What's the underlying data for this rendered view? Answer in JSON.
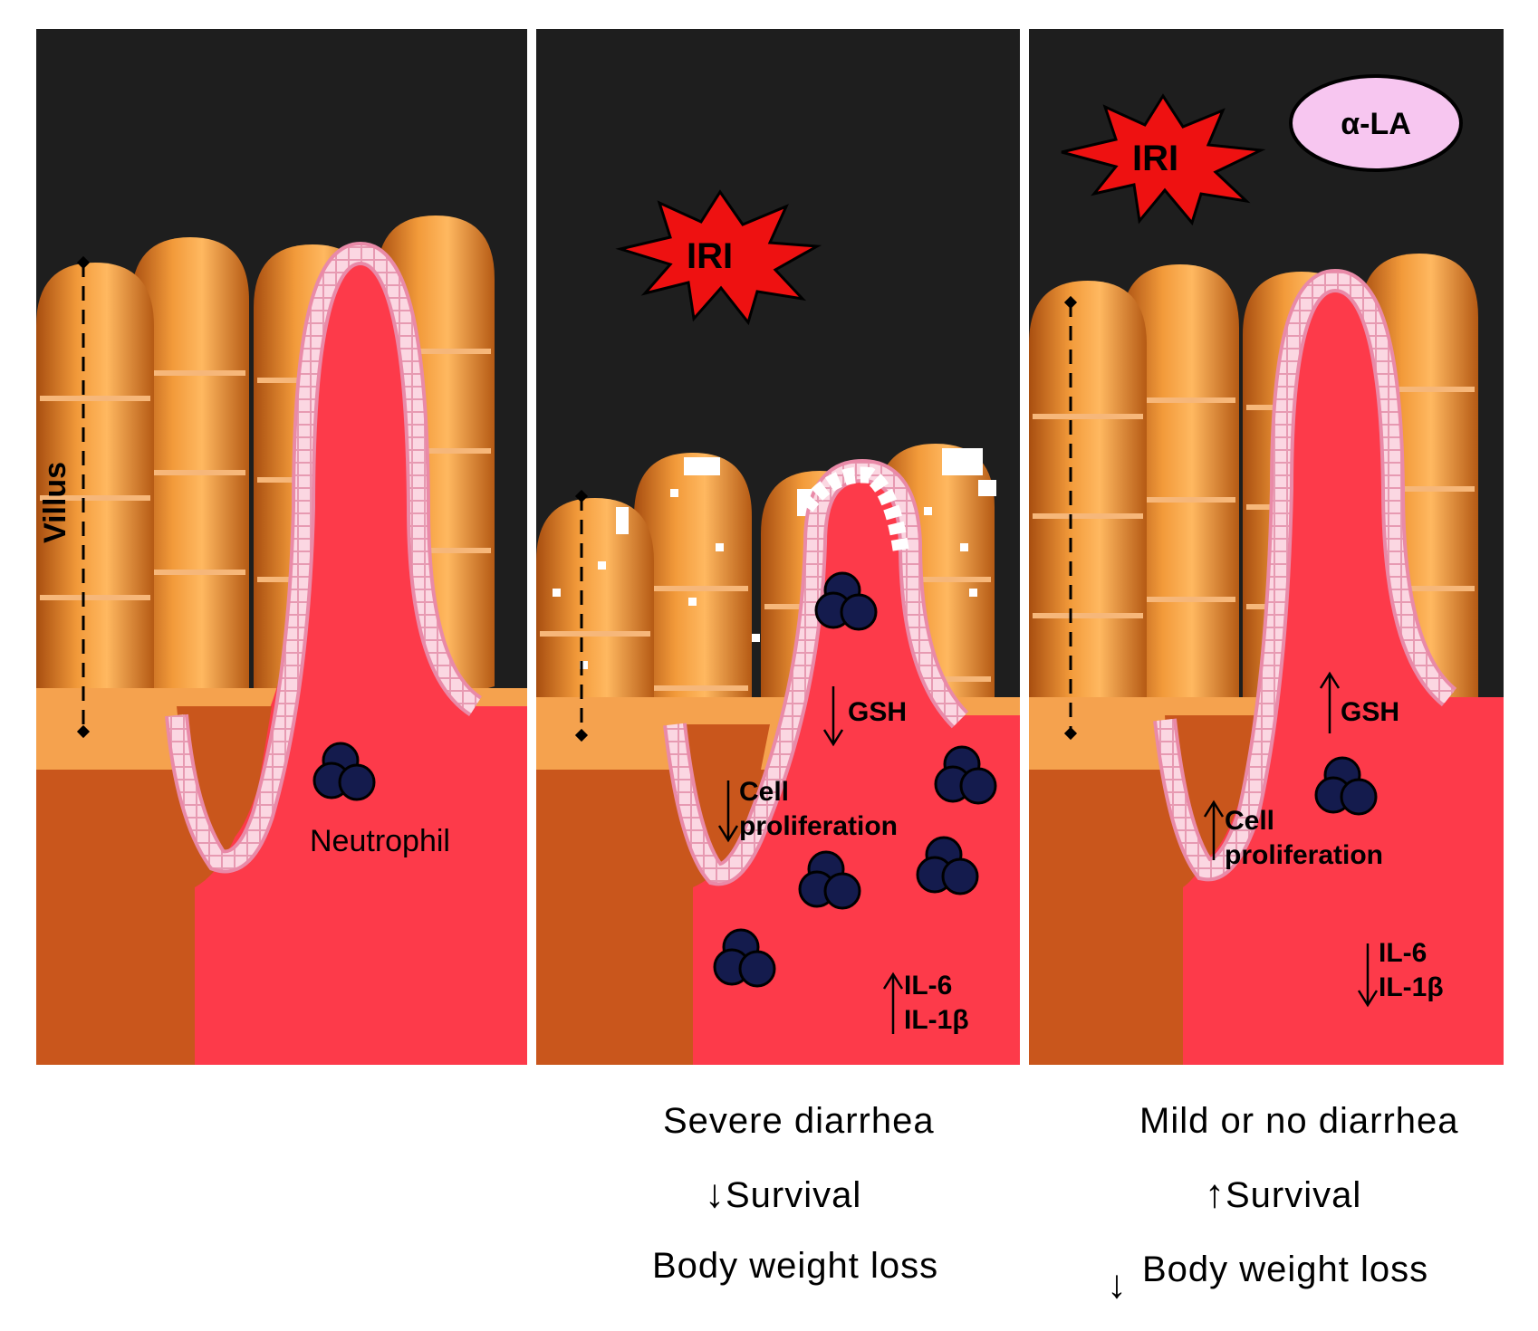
{
  "panel_1": {
    "villus_label": "Villus",
    "neutrophil_label": "Neutrophil"
  },
  "panel_2": {
    "injury_label": "IRI",
    "gsh_label": "GSH",
    "cell_label_line1": "Cell",
    "cell_label_line2": "proliferation",
    "il6_label": "IL-6",
    "il1b_label": "IL-1β",
    "outcome_1": "Severe diarrhea",
    "outcome_2": "Survival",
    "outcome_3": "Body weight loss"
  },
  "panel_3": {
    "injury_label": "IRI",
    "treatment_label": "α-LA",
    "gsh_label": "GSH",
    "cell_label_line1": "Cell",
    "cell_label_line2": "proliferation",
    "il6_label": "IL-6",
    "il1b_label": "IL-1β",
    "outcome_1": "Mild or no diarrhea",
    "outcome_2": "Survival",
    "outcome_3": "Body weight loss"
  },
  "arrows": {
    "up": "↑",
    "down": "↓"
  },
  "colors": {
    "lumen": "#1e1e1e",
    "villus_orange": "#e8862a",
    "mucosa_tan": "#f5a24e",
    "submucosa_brown": "#c9561c",
    "lamina_propria_red": "#fd3a4a",
    "epithelium_pink": "#f7c6d4",
    "neutrophil": "#141b4d",
    "injury_star": "#ee1111",
    "treatment_oval": "#f7c6f0"
  }
}
